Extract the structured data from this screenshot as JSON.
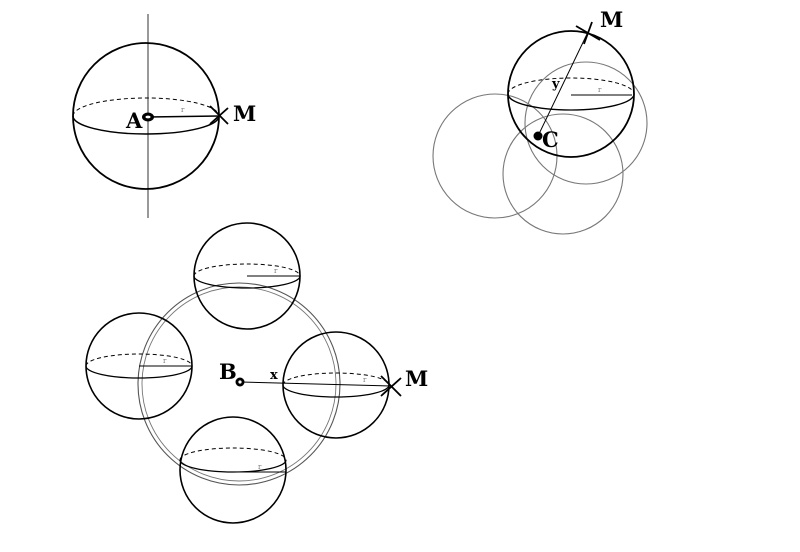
{
  "figure_1": {
    "center_label": "A",
    "point_label": "M",
    "radius_label": "r"
  },
  "figure_2": {
    "center_label": "C",
    "point_label": "M",
    "distance_label": "y",
    "radius_label": "r"
  },
  "figure_3": {
    "center_label": "B",
    "point_label": "M",
    "distance_label": "x",
    "radius_labels": [
      "r",
      "r",
      "r",
      "r"
    ]
  }
}
